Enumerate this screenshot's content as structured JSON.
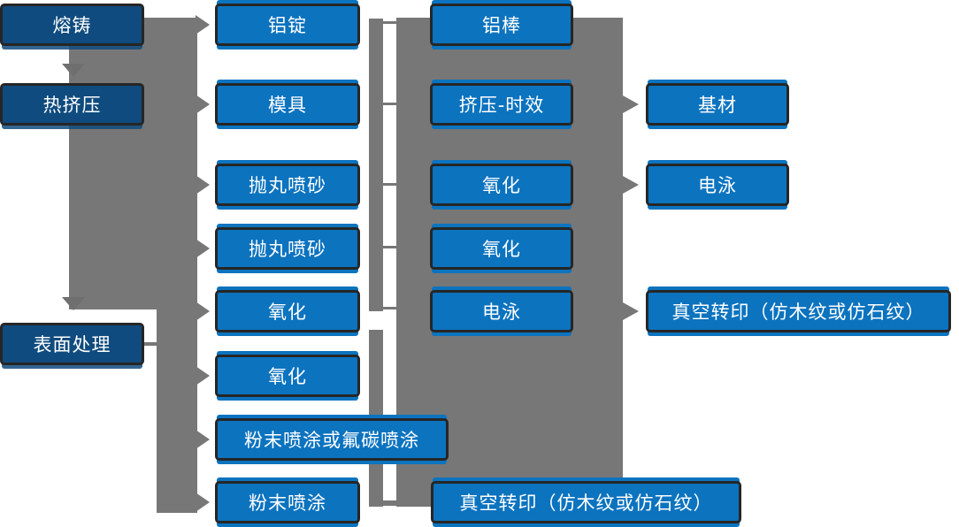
{
  "diagram": {
    "type": "flowchart",
    "colors": {
      "stage_box": "#0F4B7E",
      "process_box": "#0C73BF",
      "connector_gray": "#777777",
      "box_border": "#262626",
      "text": "#FFFFFF",
      "background": "#FFFFFF"
    },
    "nodes": {
      "melt_cast": "熔铸",
      "hot_extrusion": "热挤压",
      "surface_treatment": "表面处理",
      "aluminum_ingot": "铝锭",
      "mold": "模具",
      "shot_blast_1": "抛丸喷砂",
      "shot_blast_2": "抛丸喷砂",
      "oxidation_1": "氧化",
      "oxidation_2": "氧化",
      "powder_fluorocarbon": "粉末喷涂或氟碳喷涂",
      "powder": "粉末喷涂",
      "aluminum_rod": "铝棒",
      "extrusion_aging": "挤压-时效",
      "oxidation_3": "氧化",
      "oxidation_4": "氧化",
      "electrophoresis_1": "电泳",
      "vacuum_transfer_1": "真空转印（仿木纹或仿石纹）",
      "base_material": "基材",
      "electrophoresis_2": "电泳",
      "vacuum_transfer_2": "真空转印（仿木纹或仿石纹）"
    },
    "edges": [
      {
        "from": "melt_cast",
        "to": "hot_extrusion"
      },
      {
        "from": "melt_cast",
        "to": "aluminum_ingot"
      },
      {
        "from": "hot_extrusion",
        "to": "mold"
      },
      {
        "from": "hot_extrusion",
        "to": "shot_blast_1"
      },
      {
        "from": "hot_extrusion",
        "to": "shot_blast_2"
      },
      {
        "from": "hot_extrusion",
        "to": "oxidation_1"
      },
      {
        "from": "hot_extrusion",
        "to": "surface_treatment"
      },
      {
        "from": "surface_treatment",
        "to": "oxidation_2"
      },
      {
        "from": "surface_treatment",
        "to": "powder_fluorocarbon"
      },
      {
        "from": "surface_treatment",
        "to": "powder"
      },
      {
        "from": "aluminum_ingot",
        "to": "aluminum_rod"
      },
      {
        "from": "mold",
        "to": "extrusion_aging"
      },
      {
        "from": "shot_blast_1",
        "to": "oxidation_3"
      },
      {
        "from": "shot_blast_2",
        "to": "oxidation_4"
      },
      {
        "from": "oxidation_1",
        "to": "electrophoresis_1"
      },
      {
        "from": "powder",
        "to": "vacuum_transfer_1"
      },
      {
        "from": "extrusion_aging",
        "to": "base_material"
      },
      {
        "from": "oxidation_3",
        "to": "electrophoresis_2"
      },
      {
        "from": "electrophoresis_1",
        "to": "vacuum_transfer_2"
      }
    ]
  }
}
